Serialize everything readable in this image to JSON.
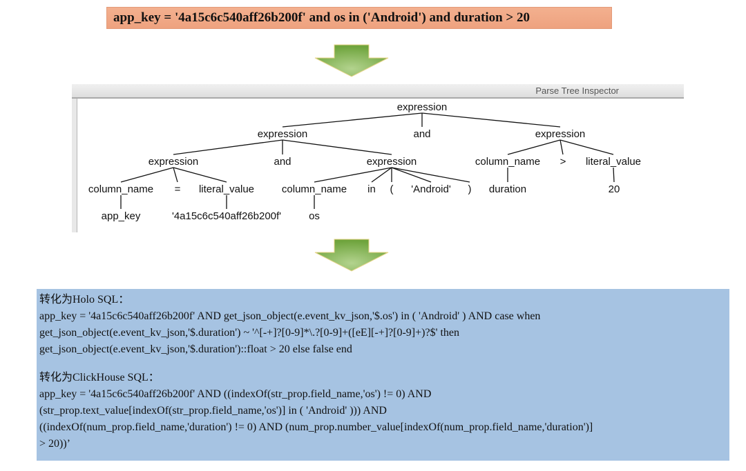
{
  "query": {
    "text": "app_key = '4a15c6c540aff26b200f' and os in ('Android') and duration > 20",
    "background": "#f0a886"
  },
  "arrows": {
    "color": "#7aad48",
    "direction": "down"
  },
  "inspector": {
    "title": "Parse Tree Inspector",
    "tree": {
      "root": "expression",
      "nodes": [
        {
          "id": "n0",
          "label": "expression",
          "parent": null
        },
        {
          "id": "n1",
          "label": "expression",
          "parent": "n0"
        },
        {
          "id": "n2",
          "label": "and",
          "parent": "n0"
        },
        {
          "id": "n3",
          "label": "expression",
          "parent": "n0"
        },
        {
          "id": "n4",
          "label": "expression",
          "parent": "n1"
        },
        {
          "id": "n5",
          "label": "and",
          "parent": "n1"
        },
        {
          "id": "n6",
          "label": "expression",
          "parent": "n1"
        },
        {
          "id": "n7",
          "label": "column_name",
          "parent": "n3"
        },
        {
          "id": "n8",
          "label": ">",
          "parent": "n3"
        },
        {
          "id": "n9",
          "label": "literal_value",
          "parent": "n3"
        },
        {
          "id": "n10",
          "label": "column_name",
          "parent": "n4"
        },
        {
          "id": "n11",
          "label": "=",
          "parent": "n4"
        },
        {
          "id": "n12",
          "label": "literal_value",
          "parent": "n4"
        },
        {
          "id": "n13",
          "label": "column_name",
          "parent": "n6"
        },
        {
          "id": "n14",
          "label": "in",
          "parent": "n6"
        },
        {
          "id": "n15",
          "label": "(",
          "parent": "n6"
        },
        {
          "id": "n16",
          "label": "'Android'",
          "parent": "n6"
        },
        {
          "id": "n17",
          "label": ")",
          "parent": "n6"
        },
        {
          "id": "n18",
          "label": "duration",
          "parent": "n7"
        },
        {
          "id": "n19",
          "label": "20",
          "parent": "n9"
        },
        {
          "id": "n20",
          "label": "app_key",
          "parent": "n10"
        },
        {
          "id": "n21",
          "label": "'4a15c6c540aff26b200f'",
          "parent": "n12"
        },
        {
          "id": "n22",
          "label": "os",
          "parent": "n13"
        }
      ]
    }
  },
  "sql": {
    "background": "#a6c3e2",
    "holo": {
      "heading": "转化为Holo SQL：",
      "lines": [
        "app_key = '4a15c6c540aff26b200f' AND get_json_object(e.event_kv_json,'$.os')  in ( 'Android' ) AND case when",
        "get_json_object(e.event_kv_json,'$.duration') ~ '^[-+]?[0-9]*\\.?[0-9]+([eE][-+]?[0-9]+)?$' then",
        "get_json_object(e.event_kv_json,'$.duration')::float > 20 else false end"
      ]
    },
    "clickhouse": {
      "heading": "转化为ClickHouse SQL：",
      "lines": [
        "app_key = '4a15c6c540aff26b200f' AND ((indexOf(str_prop.field_name,'os') != 0) AND",
        "(str_prop.text_value[indexOf(str_prop.field_name,'os')]  in ( 'Android' ))) AND",
        "((indexOf(num_prop.field_name,'duration') != 0) AND (num_prop.number_value[indexOf(num_prop.field_name,'duration')]",
        "> 20))’"
      ]
    }
  }
}
